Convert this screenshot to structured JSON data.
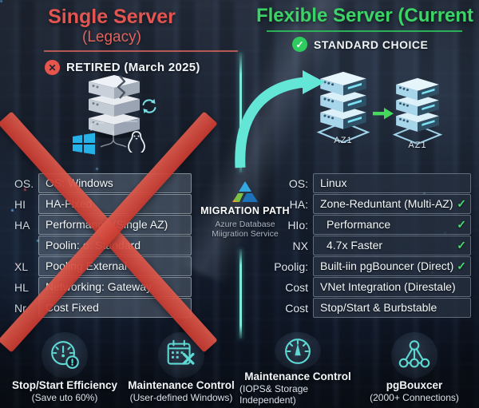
{
  "header": {
    "left": {
      "title": "Single Server",
      "subtitle": "(Legacy)",
      "status": "RETIRED (March 2025)",
      "status_icon": "x-circle-icon",
      "status_icon_glyph": "✕"
    },
    "right": {
      "title": "Flexible Server (Current",
      "status": "STANDARD CHOICE",
      "status_icon": "check-circle-icon",
      "status_icon_glyph": "✓"
    }
  },
  "migration": {
    "logo_icon": "azure-logo-icon",
    "title": "MIGRATION PATH",
    "service_line1": "Azure Database",
    "service_line2": "Miigration Service"
  },
  "diagram": {
    "left_icons": [
      "cracked-server-icon",
      "windows-logo-icon",
      "linux-penguin-icon",
      "sync-icon"
    ],
    "right_icons": [
      "server-stack-icon",
      "server-stack-icon",
      "curved-arrow-icon",
      "green-arrow-icon"
    ],
    "az_label_1": "AZ1",
    "az_label_2": "AZ1"
  },
  "left_table": {
    "rows": [
      {
        "label": "OS.",
        "value": "OS: Windows"
      },
      {
        "label": "HI",
        "value": "HA-Fixed"
      },
      {
        "label": "HA",
        "value": "Performance (Single AZ)"
      },
      {
        "label": "",
        "value": "Poolin:.o: Standard"
      },
      {
        "label": "XL",
        "value": "Pooling External"
      },
      {
        "label": "HL",
        "value": "Networking: Gateway"
      },
      {
        "label": "Nr.",
        "value": "Cost Fixed"
      }
    ]
  },
  "right_table": {
    "rows": [
      {
        "label": "OS:",
        "value": "Linux",
        "check": ""
      },
      {
        "label": "HA:",
        "value": "Zone-Reduntant (Multi-AZ)",
        "check": "✓"
      },
      {
        "label": "HIo:",
        "value": "Performance",
        "check": "✓"
      },
      {
        "label": "NX",
        "value": "4.7x Faster",
        "check": "✓"
      },
      {
        "label": "Poolig:",
        "value": "Built-iin pgBouncer (Direct)",
        "check": "✓"
      },
      {
        "label": "Cost",
        "value": "VNet Integration (Direstale)",
        "check": ""
      },
      {
        "label": "Cost",
        "value": "Stop/Start & Burbstable",
        "check": ""
      }
    ]
  },
  "footer": {
    "items": [
      {
        "icon": "stopwatch-gauge-icon",
        "title": "Stop/Start Efficiency",
        "subtitle": "(Save uto 60%)"
      },
      {
        "icon": "calendar-x-icon",
        "title": "Maintenance Control",
        "subtitle": "(User-defined Windows)"
      },
      {
        "icon": "gauge-icon",
        "title": "Maintenance Control",
        "subtitle": "(IOPS& Storage Independent)"
      },
      {
        "icon": "network-nodes-icon",
        "title": "pgBouxcer",
        "subtitle": "(2000+ Connections)"
      }
    ]
  },
  "colors": {
    "legacy_red": "#e25550",
    "retired_badge_red": "#e8554d",
    "big_x_red": "#cf4a3f",
    "flexible_green": "#3cd466",
    "choice_badge_green": "#2ecc5e",
    "check_green": "#46e06b",
    "teal_accent": "#63e6d6",
    "footer_icon_teal": "#5ed8d2"
  }
}
